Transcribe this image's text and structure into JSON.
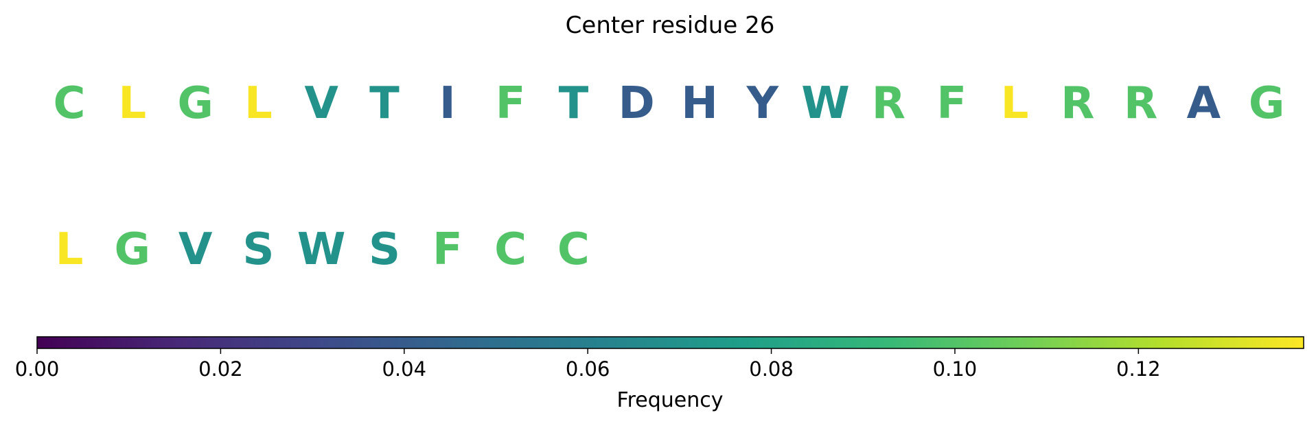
{
  "chart_data": {
    "type": "sequence-logo",
    "title": "Center residue 26",
    "rows": [
      [
        "C",
        "L",
        "G",
        "L",
        "V",
        "T",
        "I",
        "F",
        "T",
        "D",
        "H",
        "Y",
        "W",
        "R",
        "F",
        "L",
        "R",
        "R",
        "A",
        "G"
      ],
      [
        "L",
        "G",
        "V",
        "S",
        "W",
        "S",
        "F",
        "C",
        "C"
      ]
    ],
    "frequencies": {
      "A": 0.04,
      "C": 0.1,
      "D": 0.04,
      "F": 0.1,
      "G": 0.1,
      "H": 0.04,
      "I": 0.04,
      "L": 0.137,
      "R": 0.1,
      "S": 0.07,
      "T": 0.07,
      "V": 0.07,
      "W": 0.07,
      "Y": 0.04
    },
    "colorbar": {
      "label": "Frequency",
      "range": [
        0,
        0.138
      ],
      "ticks": [
        0.0,
        0.02,
        0.04,
        0.06,
        0.08,
        0.1,
        0.12
      ],
      "tick_labels": [
        "0.00",
        "0.02",
        "0.04",
        "0.06",
        "0.08",
        "0.10",
        "0.12"
      ],
      "colormap": "viridis",
      "colormap_stops": [
        "#440154",
        "#482878",
        "#3e4989",
        "#31688e",
        "#26828e",
        "#1f9e89",
        "#35b779",
        "#6ece58",
        "#b5de2b",
        "#fde725"
      ]
    }
  }
}
